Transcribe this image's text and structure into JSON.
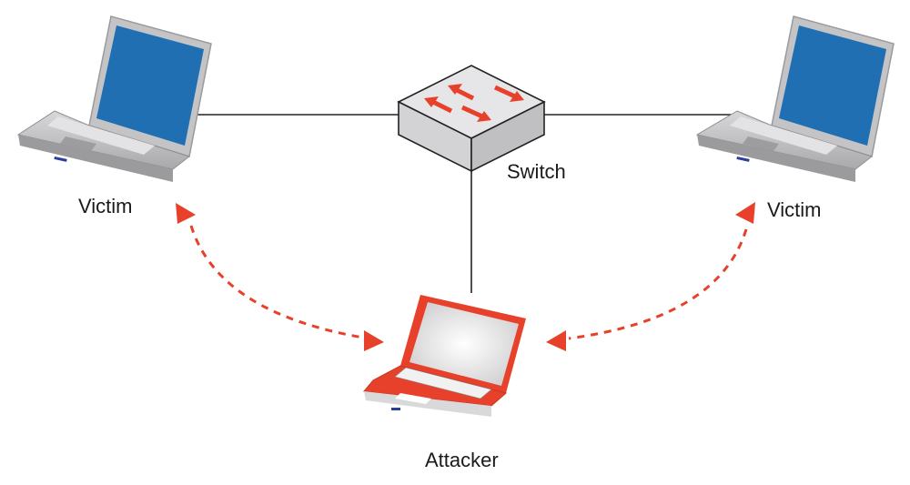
{
  "diagram": {
    "title": "ARP spoofing / man-in-the-middle network diagram",
    "nodes": [
      {
        "id": "victim-left",
        "label": "Victim",
        "type": "laptop",
        "screen_color": "#1f6fb2"
      },
      {
        "id": "switch",
        "label": "Switch",
        "type": "network-switch",
        "arrow_color": "#e8412b"
      },
      {
        "id": "victim-right",
        "label": "Victim",
        "type": "laptop",
        "screen_color": "#1f6fb2"
      },
      {
        "id": "attacker",
        "label": "Attacker",
        "type": "laptop",
        "body_color": "#e8412b"
      }
    ],
    "wired_links": [
      {
        "from": "victim-left",
        "to": "switch"
      },
      {
        "from": "switch",
        "to": "victim-right"
      },
      {
        "from": "switch",
        "to": "attacker"
      }
    ],
    "spoofed_links": [
      {
        "from": "victim-left",
        "to": "attacker",
        "style": "dashed",
        "bidirectional": true
      },
      {
        "from": "victim-right",
        "to": "attacker",
        "style": "dashed",
        "bidirectional": true
      }
    ],
    "colors": {
      "accent": "#e8412b",
      "laptop_body": "#c9c9cb",
      "line": "#222222"
    }
  }
}
